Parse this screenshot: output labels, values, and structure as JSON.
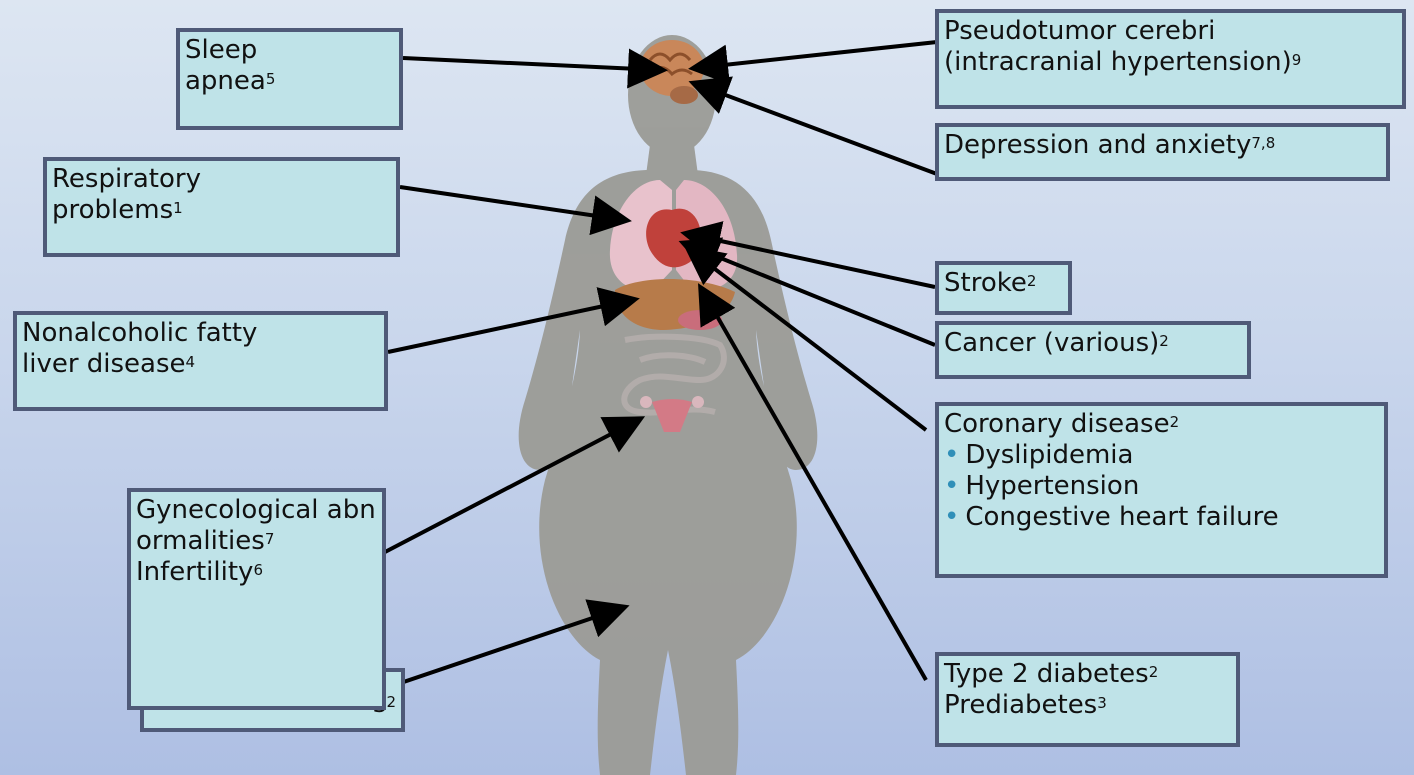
{
  "labels": {
    "sleep_apnea": {
      "lines": [
        {
          "text": "Sleep",
          "sup": ""
        },
        {
          "text": "apnea",
          "sup": "5"
        }
      ]
    },
    "respiratory": {
      "lines": [
        {
          "text": "Respiratory",
          "sup": ""
        },
        {
          "text": "problems",
          "sup": "1"
        }
      ]
    },
    "nafld": {
      "lines": [
        {
          "text": "Nonalcoholic fatty",
          "sup": ""
        },
        {
          "text": "liver disease",
          "sup": "4"
        }
      ]
    },
    "gynecological": {
      "lines": [
        {
          "text": "Gynecological abnormalities",
          "sup": "7"
        },
        {
          "text": "Infertility",
          "sup": "6"
        }
      ]
    },
    "hidden_behind": {
      "text": "s",
      "sup": "2"
    },
    "pseudotumor": {
      "lines": [
        {
          "text": "Pseudotumor cerebri",
          "sup": ""
        },
        {
          "text": "(intracranial hypertension)",
          "sup": "9"
        }
      ]
    },
    "depression": {
      "text": "Depression and anxiety",
      "sup": "7,8"
    },
    "stroke": {
      "text": "Stroke",
      "sup": "2"
    },
    "cancer": {
      "text": "Cancer (various)",
      "sup": "2"
    },
    "coronary": {
      "title": "Coronary disease",
      "sup": "2",
      "bullets": [
        "Dyslipidemia",
        "Hypertension",
        "Congestive heart failure"
      ]
    },
    "diabetes": {
      "lines": [
        {
          "text": "Type 2 diabetes",
          "sup": "2"
        },
        {
          "text": "Prediabetes",
          "sup": "3"
        }
      ]
    }
  },
  "colors": {
    "box_fill": "#bfe3e8",
    "box_border": "#4f5a78",
    "silhouette": "#9b9b96",
    "arrow": "#000000",
    "brain": "#c9875a",
    "lungs": "#e8c2cc",
    "heart": "#c0413b",
    "liver": "#b77b4a",
    "intestines": "#a8a3a0",
    "uterus": "#d37a86",
    "bullet": "#2f8fb8"
  }
}
